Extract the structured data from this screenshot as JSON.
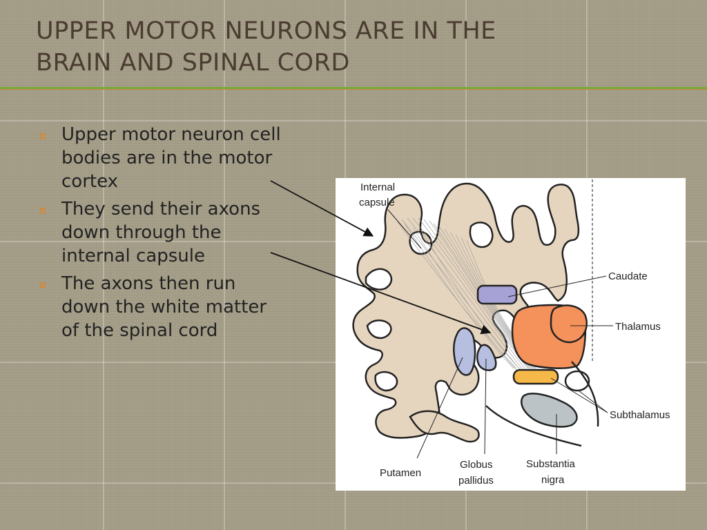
{
  "slide": {
    "title_line1": "UPPER MOTOR NEURONS ARE IN THE",
    "title_line2": "BRAIN AND SPINAL CORD",
    "bullets": [
      "Upper motor neuron cell bodies are in the motor cortex",
      "They send their axons down through the internal capsule",
      "The axons then run down the white matter of the spinal cord"
    ],
    "bullet_symbol": "¤"
  },
  "figure": {
    "labels": {
      "internal_capsule_1": "Internal",
      "internal_capsule_2": "capsule",
      "caudate": "Caudate",
      "thalamus": "Thalamus",
      "subthalamus": "Subthalamus",
      "putamen": "Putamen",
      "globus_1": "Globus",
      "globus_2": "pallidus",
      "substantia_1": "Substantia",
      "substantia_2": "nigra"
    },
    "colors": {
      "cortex": "#e6d5be",
      "caudate": "#a7a2d6",
      "thalamus": "#f5915a",
      "subthalamus": "#f7b84a",
      "putamen": "#b6bfe0",
      "substantia_nigra": "#bcc3c6"
    }
  },
  "theme": {
    "title_color": "#4a3c30",
    "rule_green": "#7aa83c",
    "rule_orange": "#d2813c",
    "bullet_color": "#d08a38"
  }
}
